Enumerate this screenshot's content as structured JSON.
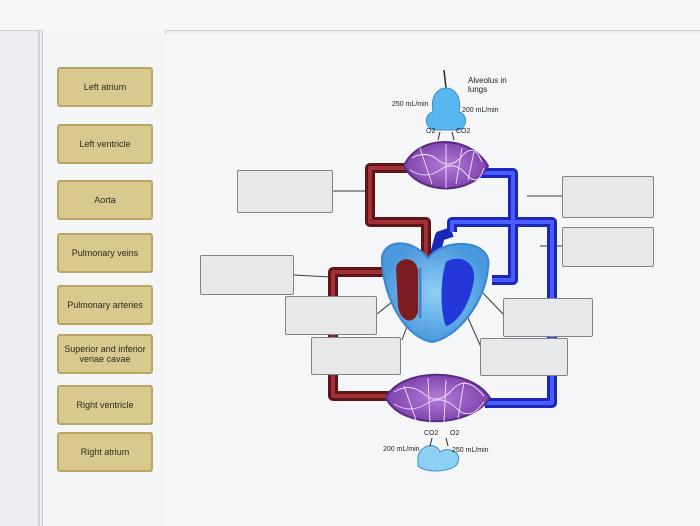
{
  "labels": [
    "Left atrium",
    "Left ventricle",
    "Aorta",
    "Pulmonary veins",
    "Pulmonary arteries",
    "Superior and inferior venae cavae",
    "Right ventricle",
    "Right atrium"
  ],
  "diagram": {
    "alveolus_label": "Alveolus in lungs",
    "top_rate_left": "250 mL/min",
    "top_rate_right": "200 mL/min",
    "top_gas_left": "O2",
    "top_gas_right": "CO2",
    "bottom_rate_left": "200 mL/min",
    "bottom_rate_right": "250 mL/min",
    "bottom_gas_left": "CO2",
    "bottom_gas_right": "O2"
  },
  "colors": {
    "oxygenated": "#7a1f22",
    "deoxygenated": "#2637d9",
    "capillary": "#8d56c2",
    "heart_glow": "#62aee8",
    "chip_fill": "#d9c98e"
  }
}
